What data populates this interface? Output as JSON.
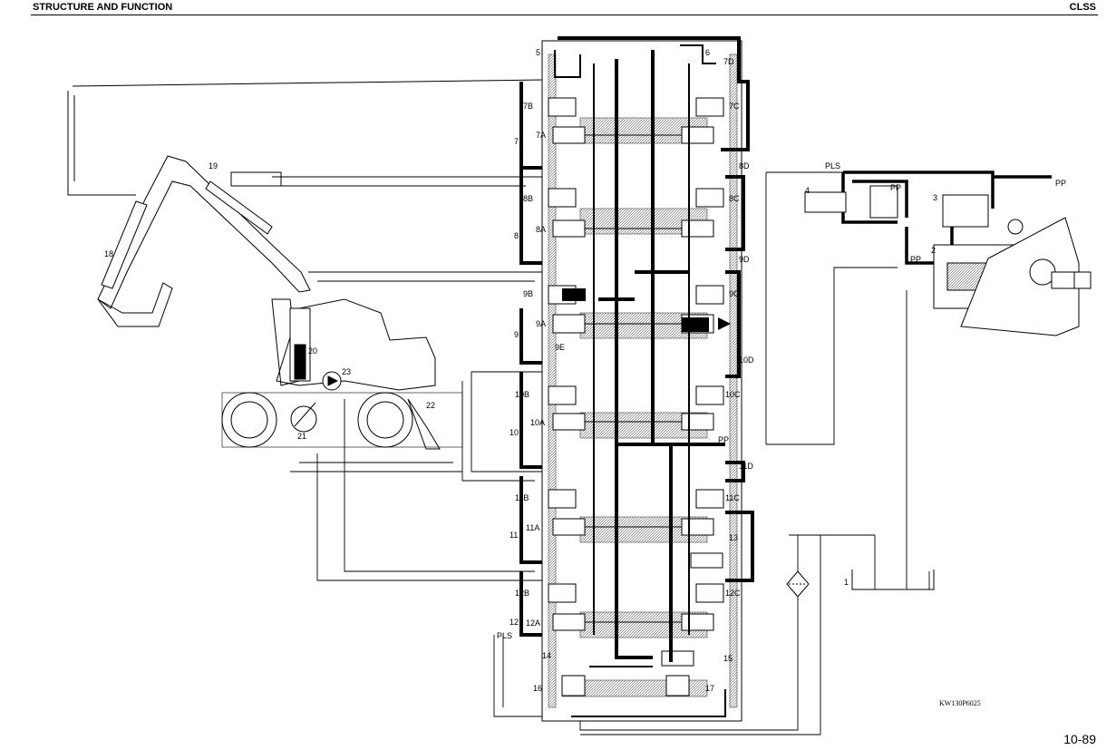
{
  "header": {
    "left": "STRUCTURE AND FUNCTION",
    "right": "CLSS"
  },
  "page_number": "10-89",
  "figure_code": "KW130P6025",
  "valve_labels": {
    "l5": "5",
    "l6": "6",
    "l7D": "7D",
    "l7B": "7B",
    "l7C": "7C",
    "l7": "7",
    "l7A": "7A",
    "l8D": "8D",
    "l8B": "8B",
    "l8C": "8C",
    "l8": "8",
    "l8A": "8A",
    "l9D": "9D",
    "l9B": "9B",
    "l9C": "9C",
    "l9": "9",
    "l9A": "9A",
    "l9E": "9E",
    "l10D": "10D",
    "l10B": "10B",
    "l10C": "10C",
    "l10": "10",
    "l10A": "10A",
    "lPp1": "PP",
    "l11D": "11D",
    "l11B": "11B",
    "l11C": "11C",
    "l11": "11",
    "l11A": "11A",
    "l13": "13",
    "l12B": "12B",
    "l12C": "12C",
    "l12": "12",
    "l12A": "12A",
    "lPls1": "PLS",
    "l14": "14",
    "l15": "15",
    "l16": "16",
    "l17": "17"
  },
  "machine_labels": {
    "l18": "18",
    "l19": "19",
    "l20": "20",
    "l21": "21",
    "l22": "22",
    "l23": "23"
  },
  "pump_labels": {
    "lPls2": "PLS",
    "l4": "4",
    "lPp2": "PP",
    "l3": "3",
    "lPp3": "PP",
    "l2": "2",
    "lPp4": "PP",
    "l1": "1"
  }
}
